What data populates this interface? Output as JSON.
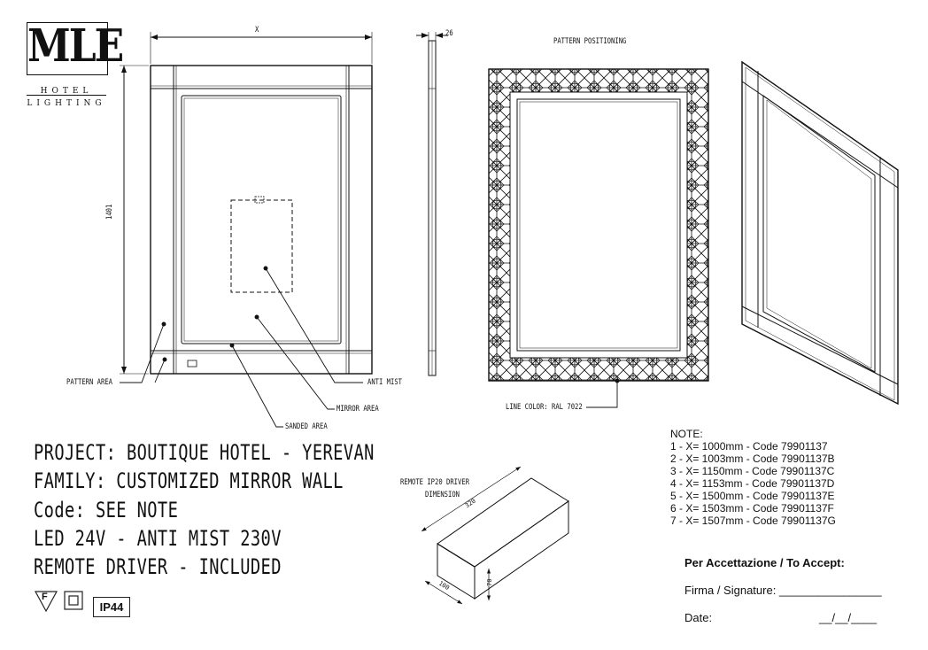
{
  "logo": {
    "main": "MLE",
    "line1": "HOTEL",
    "line2": "LIGHTING"
  },
  "dims": {
    "width": "X",
    "height": "1401",
    "depth": "26"
  },
  "labels": {
    "pattern_positioning": "PATTERN POSITIONING",
    "pattern_area": "PATTERN AREA",
    "anti_mist": "ANTI MIST",
    "mirror_area": "MIRROR AREA",
    "sanded_area": "SANDED AREA",
    "line_color": "LINE COLOR: RAL 7022"
  },
  "project": {
    "line1": "PROJECT: BOUTIQUE HOTEL - YEREVAN",
    "line2": "FAMILY: CUSTOMIZED MIRROR WALL",
    "line3": "Code: SEE NOTE",
    "line4": "LED 24V - ANTI MIST 230V",
    "line5": "REMOTE DRIVER - INCLUDED"
  },
  "driver": {
    "title1": "REMOTE IP20 DRIVER",
    "title2": "DIMENSION",
    "length": "320",
    "width": "100",
    "height": "70"
  },
  "notes": {
    "title": "NOTE:",
    "items": [
      "1 - X= 1000mm - Code 79901137",
      "2 - X= 1003mm - Code 79901137B",
      "3 - X= 1150mm - Code 79901137C",
      "4 - X= 1153mm - Code 79901137D",
      "5 - X= 1500mm - Code 79901137E",
      "6 - X= 1503mm - Code 79901137F",
      "7 - X= 1507mm - Code 79901137G"
    ]
  },
  "accept": {
    "title": "Per Accettazione / To Accept:",
    "signature": "Firma / Signature: ________________",
    "date_label": "Date:",
    "date_blank": "__/__/____"
  },
  "badges": {
    "f_mark": "F",
    "ip": "IP44"
  },
  "colors": {
    "line": "#111111"
  }
}
